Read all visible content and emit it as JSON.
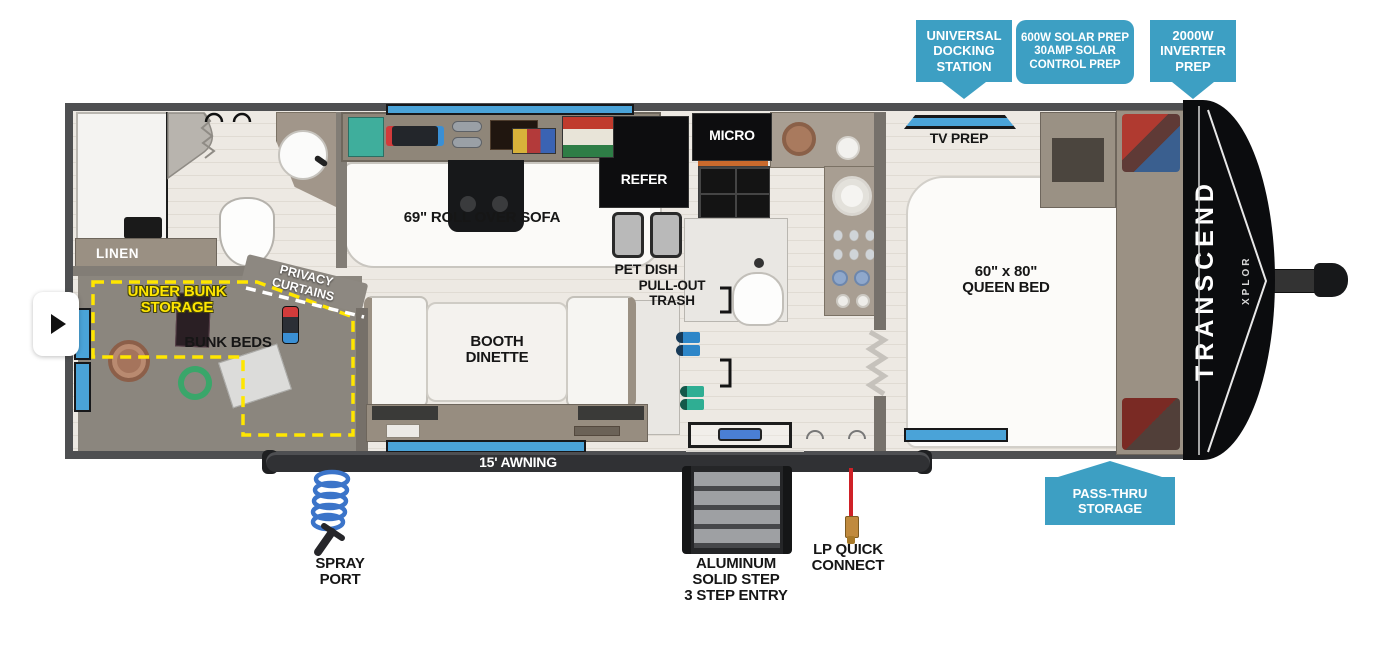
{
  "colors": {
    "badge_blue": "#3D9FC3",
    "window_blue": "#4AA3D8",
    "accent_yellow": "#FFE600"
  },
  "badges": {
    "universal_docking": "UNIVERSAL\nDOCKING\nSTATION",
    "solar_prep": "600W SOLAR PREP\n30AMP SOLAR\nCONTROL PREP",
    "inverter_prep": "2000W\nINVERTER\nPREP",
    "pass_thru": "PASS-THRU\nSTORAGE"
  },
  "floorplan": {
    "brand": "TRANSCEND",
    "brand_sub": "XPLOR",
    "labels": {
      "linen": "LINEN",
      "privacy_curtains": "PRIVACY\nCURTAINS",
      "under_bunk_storage": "UNDER BUNK\nSTORAGE",
      "bunk_beds": "BUNK BEDS",
      "sofa": "69\" ROLL OVER SOFA",
      "refer": "REFER",
      "micro": "MICRO",
      "pet_dish": "PET DISH",
      "pull_out_trash": "PULL-OUT\nTRASH",
      "booth_dinette": "BOOTH\nDINETTE",
      "tv_prep": "TV PREP",
      "queen_bed": "60\" x 80\"\nQUEEN BED",
      "awning": "15' AWNING",
      "spray_port": "SPRAY\nPORT",
      "entry_step": "ALUMINUM\nSOLID STEP\n3 STEP ENTRY",
      "lp_quick_connect": "LP QUICK\nCONNECT"
    }
  }
}
